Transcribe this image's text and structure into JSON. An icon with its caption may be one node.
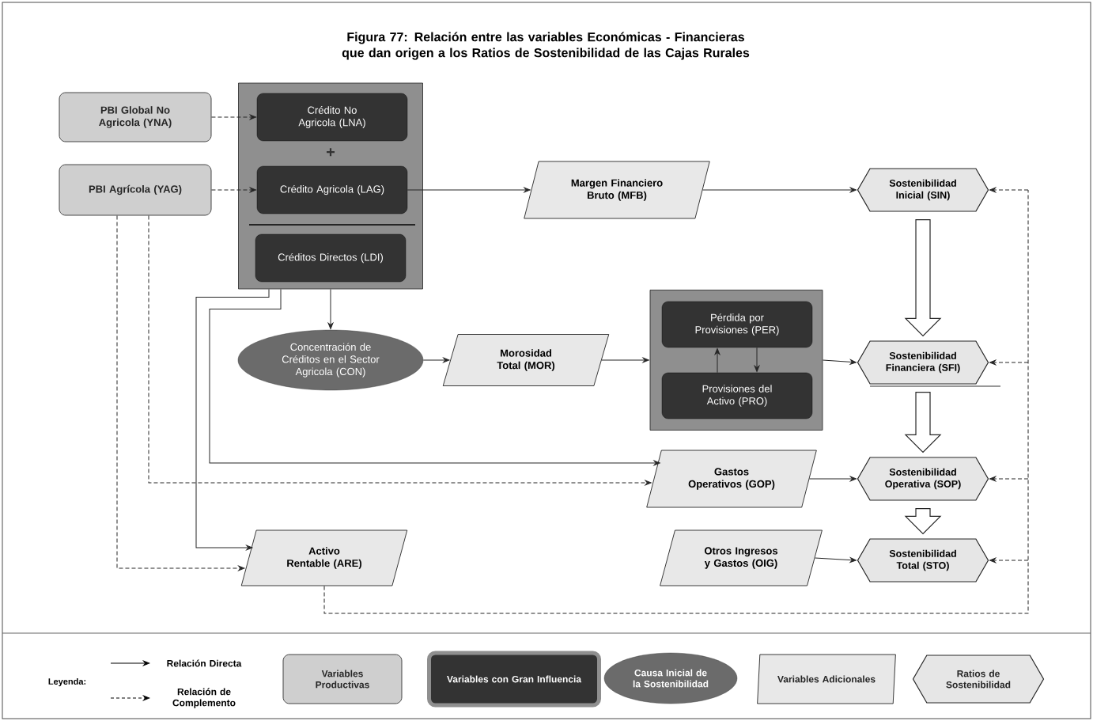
{
  "diagram": {
    "title": "Figura 77: Relación entre las variables Económicas - Financieras que dan origen a los Ratios de Sostenibilidad de las Cajas Rurales",
    "nodes": [
      {
        "text": [
          "PBI Global No Agricola (YNA)"
        ]
      },
      {
        "text": [
          "PBI Agrícola (YAG)"
        ]
      },
      {
        "text": [],
        "shape": "box"
      },
      {
        "text": [
          "Crédito No Agricola (LNA)"
        ],
        "in": 2
      },
      {
        "text": [
          "Crédito Agricola (LAG)"
        ],
        "in": 2
      },
      {
        "text": [
          "Créditos Directos (LDI)"
        ],
        "in": 2
      },
      {
        "text": [
          "Margen Financiero Bruto (MFB)"
        ]
      },
      {
        "text": [
          "Sostenibilidad Inicial (SIN)"
        ]
      },
      {
        "text": [
          "Concentración de Créditos en el Sector Agricola (CON)"
        ]
      },
      {
        "text": [
          "Morosidad Total (MOR)"
        ]
      },
      {
        "text": [],
        "shape": "box"
      },
      {
        "text": [
          "Pérdida por Provisiones (PER)"
        ],
        "in": 10
      },
      {
        "text": [
          "Provisiones del Activo (PRO)"
        ],
        "in": 10
      },
      {
        "text": [
          "Sostenibilidad Financiera (SFI)"
        ]
      },
      {
        "text": [
          "Gastos Operativos (GOP)"
        ]
      },
      {
        "text": [
          "Sostenibilidad Operativa (SOP)"
        ]
      },
      {
        "text": [
          "Activo Rentable (ARE)"
        ]
      },
      {
        "text": [
          "Otros Ingresos y Gastos (OIG)"
        ]
      },
      {
        "text": [
          "Sostenibilidad Total (STO)"
        ]
      }
    ],
    "edges": [
      {
        "from": 0,
        "to": 3,
        "arrow": "to",
        "style": "dashed"
      },
      {
        "from": 1,
        "to": 4,
        "arrow": "to",
        "style": "dashed"
      },
      {
        "from": 4,
        "to": 6,
        "arrow": "to"
      },
      {
        "from": 6,
        "to": 7,
        "arrow": "to"
      },
      {
        "from": 2,
        "to": 8,
        "arrow": "to"
      },
      {
        "from": 8,
        "to": 9,
        "arrow": "to"
      },
      {
        "from": 9,
        "to": 10,
        "arrow": "to"
      },
      {
        "from": 12,
        "to": 11,
        "arrow": "to"
      },
      {
        "from": 11,
        "to": 12,
        "arrow": "to"
      },
      {
        "from": 10,
        "to": 13,
        "arrow": "to"
      },
      {
        "from": 2,
        "to": 14,
        "arrow": "to"
      },
      {
        "from": 2,
        "to": 16,
        "arrow": "to"
      },
      {
        "from": 1,
        "to": 14,
        "arrow": "to",
        "style": "dashed"
      },
      {
        "from": 1,
        "to": 16,
        "arrow": "to",
        "style": "dashed"
      },
      {
        "from": 14,
        "to": 15,
        "arrow": "to"
      },
      {
        "from": 17,
        "to": 18,
        "arrow": "to"
      },
      {
        "from": 16,
        "to": 7,
        "arrow": "to",
        "style": "dashed"
      },
      {
        "from": 16,
        "to": 13,
        "arrow": "to",
        "style": "dashed"
      },
      {
        "from": 16,
        "to": 15,
        "arrow": "to",
        "style": "dashed"
      },
      {
        "from": 16,
        "to": 18,
        "arrow": "to",
        "style": "dashed"
      },
      {
        "from": 7,
        "to": 13,
        "arrow": "to",
        "style": "thick"
      },
      {
        "from": 13,
        "to": 15,
        "arrow": "to",
        "style": "thick"
      },
      {
        "from": 15,
        "to": 18,
        "arrow": "to",
        "style": "thick"
      }
    ],
    "labels": [
      "+",
      "Leyenda:"
    ],
    "legend": [
      {
        "text": "Relación Directa"
      },
      {
        "text": "Relación de Complemento"
      },
      {
        "text": "Variables Productivas",
        "color": "#cfcfcf"
      },
      {
        "text": "Variables con Gran Influencia",
        "color": "#333333"
      },
      {
        "text": "Causa Inicial de la Sostenibilidad",
        "color": "#6b6b6b"
      },
      {
        "text": "Variables Adicionales",
        "color": "#e8e8e8"
      },
      {
        "text": "Ratios de Sostenibilidad",
        "color": "#e6e6e6"
      }
    ]
  }
}
